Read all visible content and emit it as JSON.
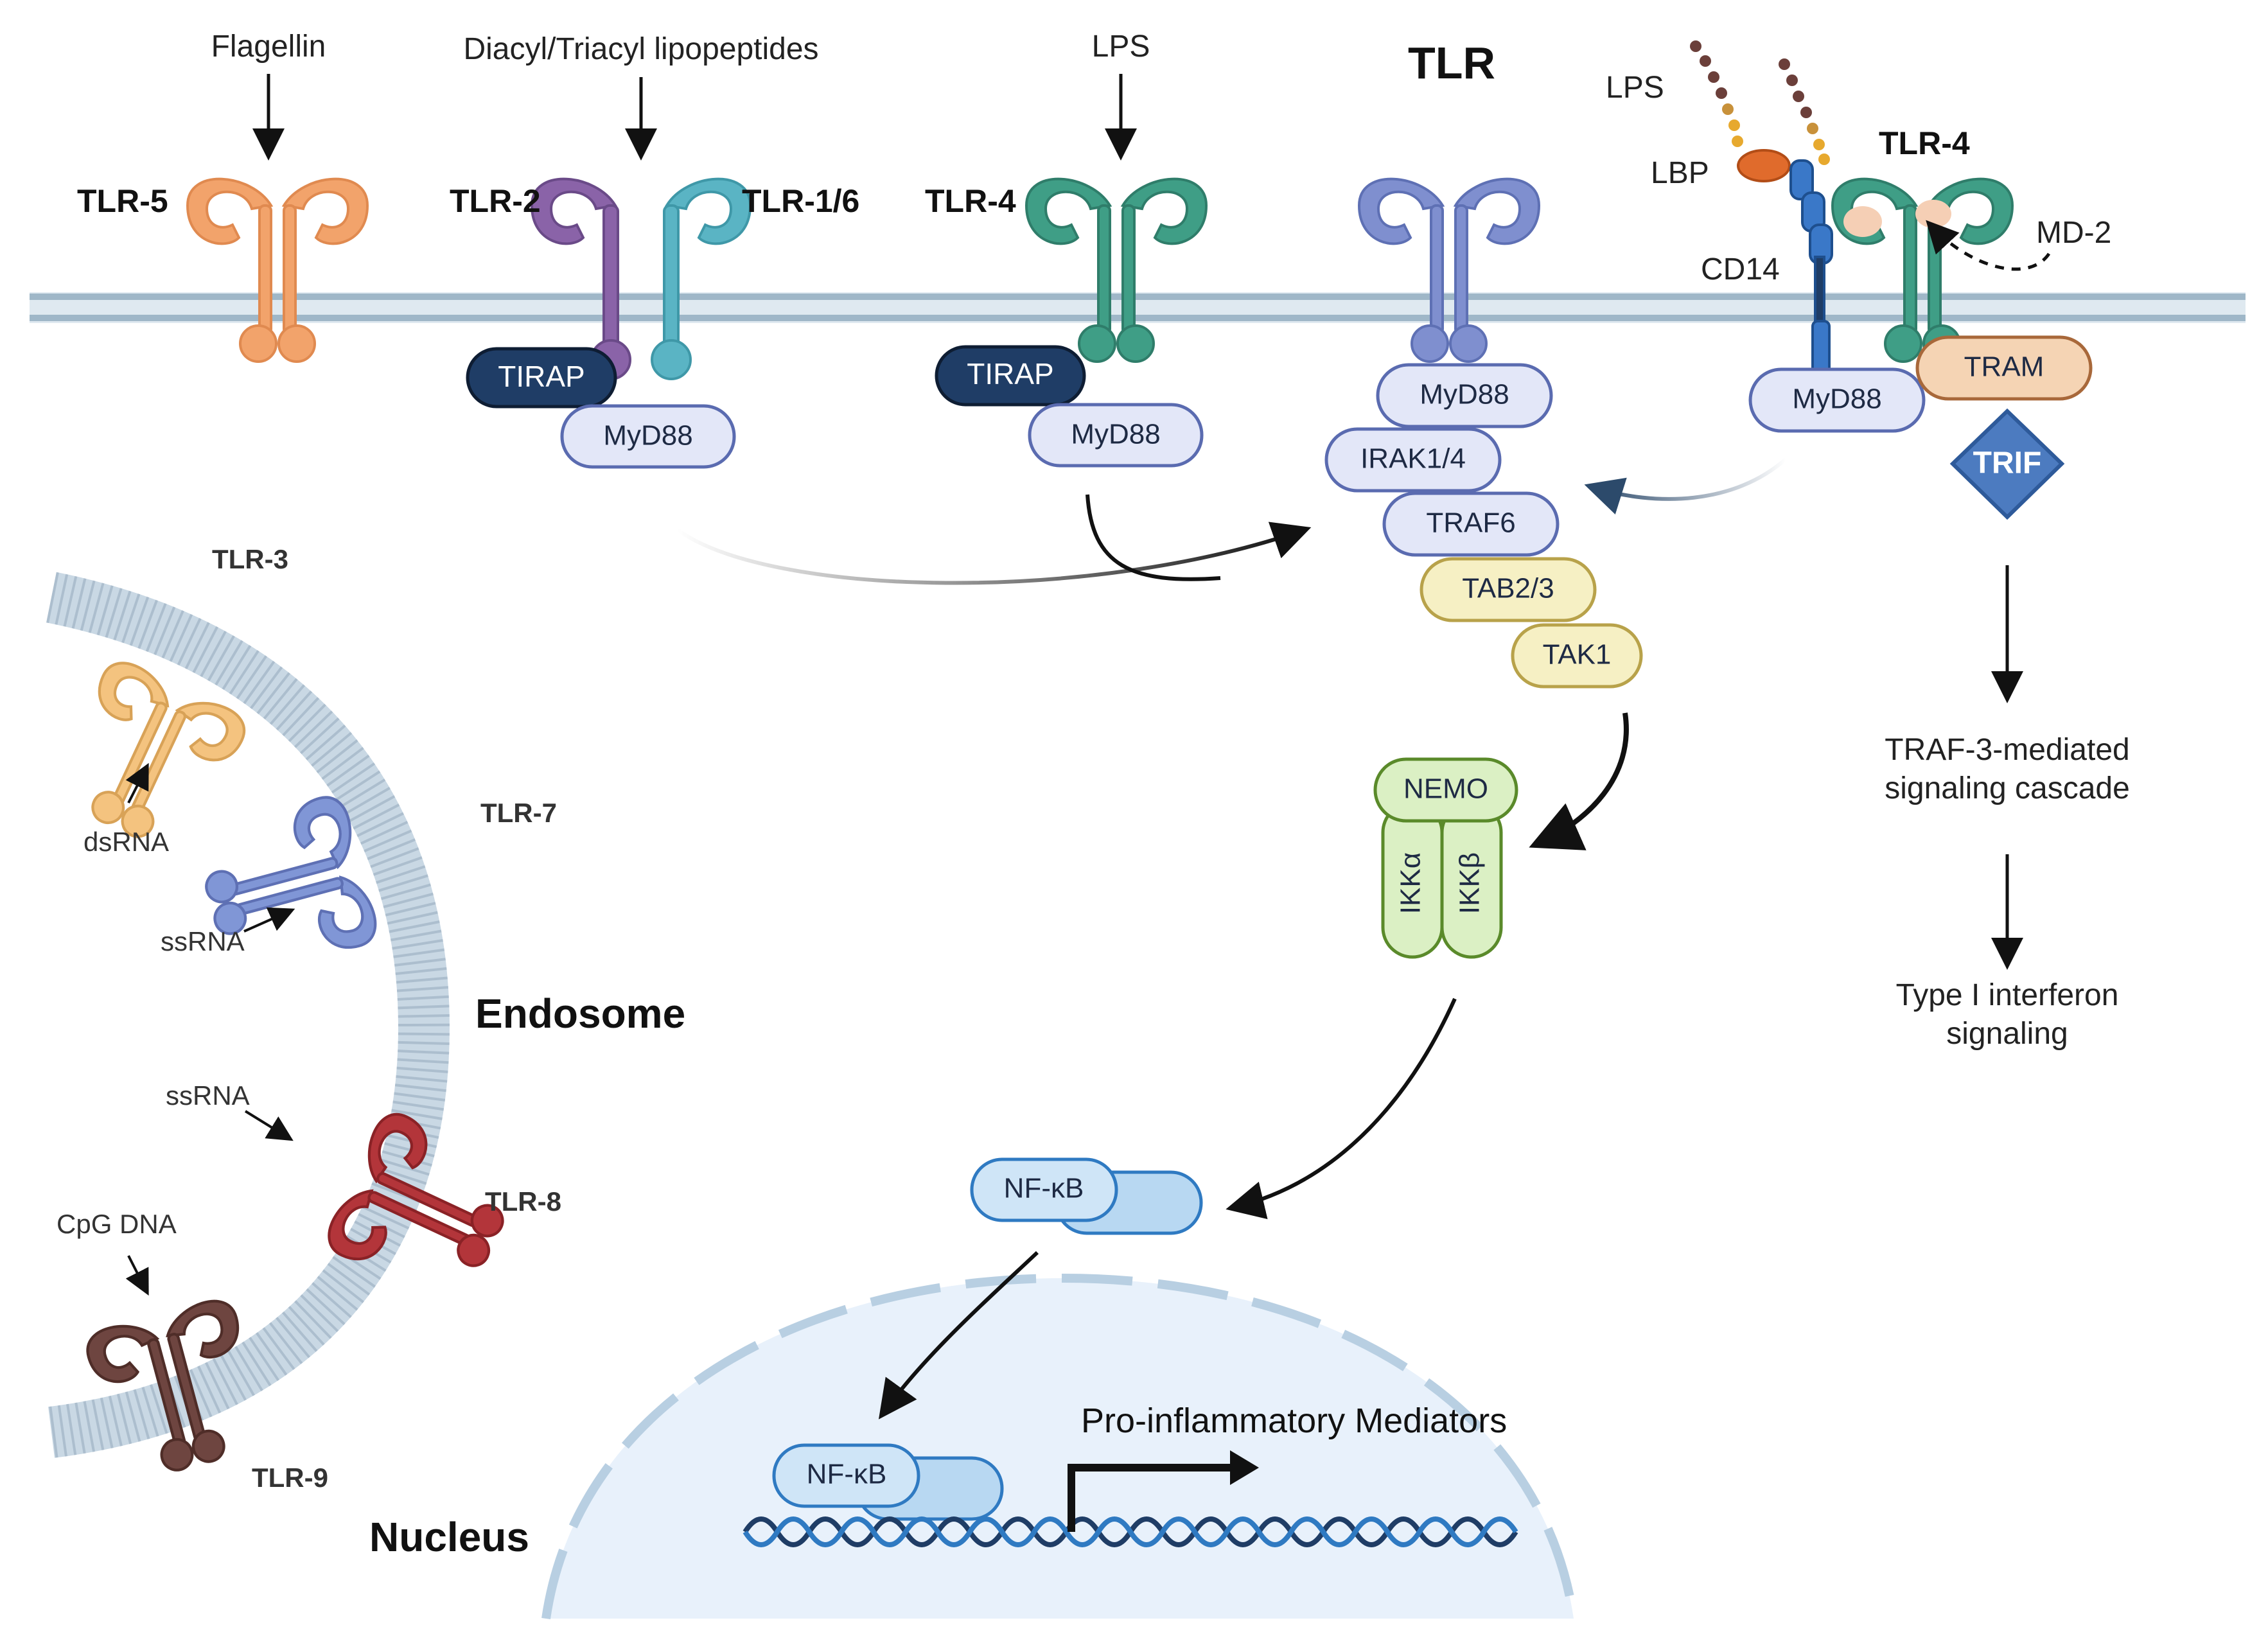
{
  "ligands": {
    "flagellin": "Flagellin",
    "lipopeptides": "Diacyl/Triacyl lipopeptides",
    "lps_top": "LPS",
    "lps_right": "LPS"
  },
  "receptors": {
    "tlr5": "TLR-5",
    "tlr2": "TLR-2",
    "tlr16": "TLR-1/6",
    "tlr4_left": "TLR-4",
    "tlr_center": "TLR",
    "tlr4_right": "TLR-4",
    "tlr3": "TLR-3",
    "tlr7": "TLR-7",
    "tlr8": "TLR-8",
    "tlr9": "TLR-9"
  },
  "coreceptors": {
    "lbp": "LBP",
    "cd14": "CD14",
    "md2": "MD-2"
  },
  "adaptors": {
    "tirap": "TIRAP",
    "myd88": "MyD88",
    "tram": "TRAM",
    "trif": "TRIF"
  },
  "cascade": {
    "irak": "IRAK1/4",
    "traf6": "TRAF6",
    "tab": "TAB2/3",
    "tak1": "TAK1",
    "nemo": "NEMO",
    "ikka": "IKKα",
    "ikkb": "IKKβ",
    "nfkb": "NF-κB"
  },
  "endosome_ligands": {
    "dsrna": "dsRNA",
    "ssrna7": "ssRNA",
    "ssrna8": "ssRNA",
    "cpg": "CpG DNA"
  },
  "compartments": {
    "endosome": "Endosome",
    "nucleus": "Nucleus"
  },
  "outputs": {
    "traf3_line1": "TRAF-3-mediated",
    "traf3_line2": "signaling cascade",
    "ifn_line1": "Type I interferon",
    "ifn_line2": "signaling",
    "mediators": "Pro-inflammatory Mediators"
  },
  "colors": {
    "tlr5": "#f2a36b",
    "tlr2": "#8a63a8",
    "tlr16": "#5ab4c4",
    "tlr4": "#3f9e86",
    "tlr_center": "#7f8fcf",
    "tlr3": "#f4c37f",
    "tlr7": "#8096d6",
    "tlr8": "#b3353a",
    "tlr9": "#6e4540",
    "membrane": "#b8ccd9",
    "tirap": "#1f3d66",
    "myd88": "#e3e7f8",
    "tram": "#f5d4b4",
    "trif": "#4c7bc0",
    "tab": "#f6f0c4",
    "nemo": "#dbf0c4",
    "nfkb": "#b8d8f2",
    "nucleus": "#e8f1fb"
  }
}
